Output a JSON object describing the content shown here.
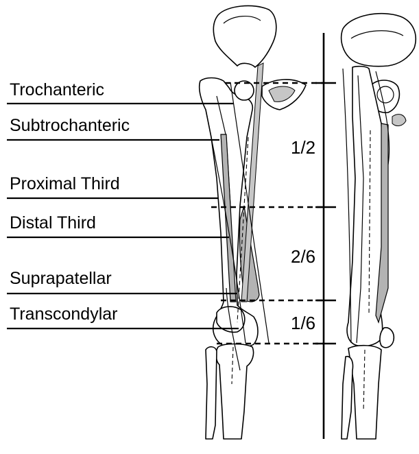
{
  "labels": {
    "trochanteric": "Trochanteric",
    "subtrochanteric": "Subtrochanteric",
    "proximal_third": "Proximal Third",
    "distal_third": "Distal Third",
    "suprapatellar": "Suprapatellar",
    "transcondylar": "Transcondylar"
  },
  "segments": {
    "upper": "1/2",
    "middle": "2/6",
    "lower": "1/6"
  },
  "colors": {
    "line": "#000000",
    "muscle": "#b3b3b3",
    "background": "#ffffff"
  }
}
